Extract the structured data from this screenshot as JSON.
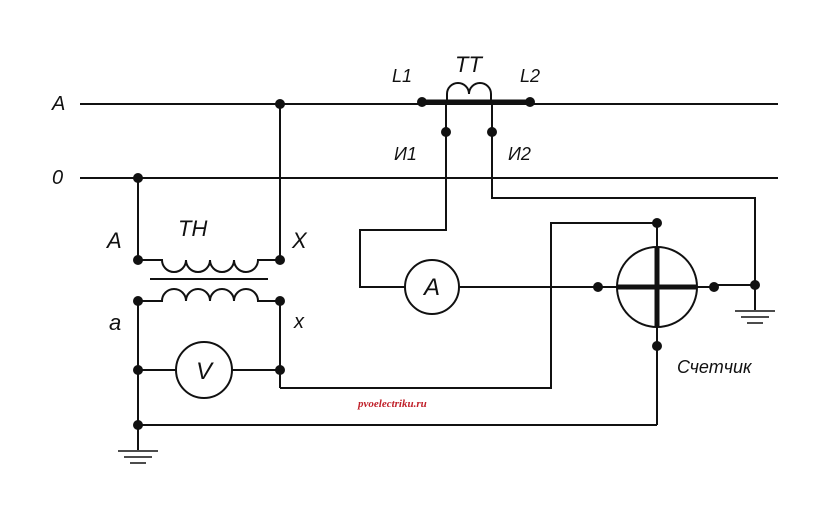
{
  "labels": {
    "line_a": "A",
    "line_zero": "0",
    "tn_title": "ТН",
    "tn_a_upper": "A",
    "tn_x_upper": "X",
    "tn_a_lower": "a",
    "tn_x_lower": "x",
    "tt_title": "ТТ",
    "l1": "L1",
    "l2": "L2",
    "i1": "И1",
    "i2": "И2",
    "meter": "Счетчик",
    "voltmeter": "V",
    "ammeter": "A"
  },
  "watermark": {
    "text": "pvoelectriku.ru",
    "color": "#c0202a"
  },
  "colors": {
    "wire": "#111111",
    "background": "#ffffff"
  }
}
